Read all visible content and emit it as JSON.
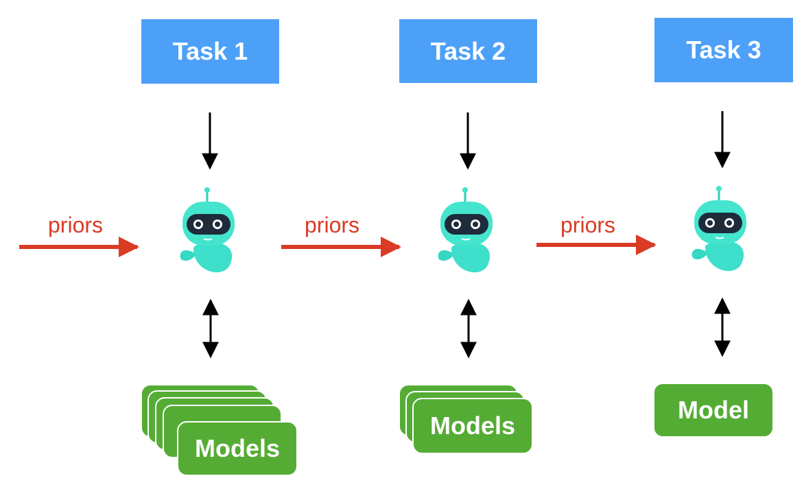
{
  "tasks": [
    {
      "label": "Task 1"
    },
    {
      "label": "Task 2"
    },
    {
      "label": "Task 3"
    }
  ],
  "priors": [
    {
      "label": "priors"
    },
    {
      "label": "priors"
    },
    {
      "label": "priors"
    }
  ],
  "models": [
    {
      "label": "Models",
      "stack_count": 5
    },
    {
      "label": "Models",
      "stack_count": 3
    },
    {
      "label": "Model",
      "stack_count": 1
    }
  ],
  "colors": {
    "task_box": "#4da0f7",
    "prior_arrow": "#d93b25",
    "model_box": "#55ac35",
    "robot_body": "#3fe3c8",
    "robot_visor": "#1d2b3a"
  },
  "icons": {
    "agent": "robot-icon",
    "task_arrow": "arrow-down-icon",
    "model_arrow": "double-arrow-icon",
    "prior_arrow": "arrow-right-icon"
  }
}
